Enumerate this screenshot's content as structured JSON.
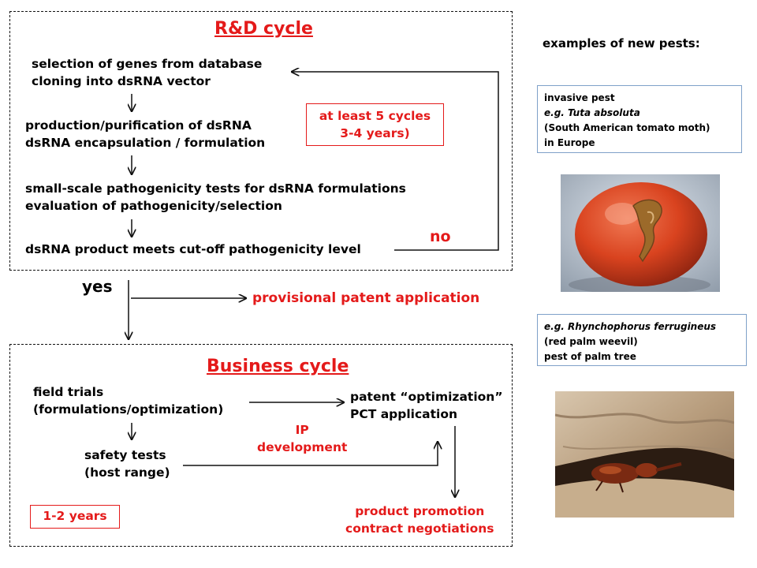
{
  "rd": {
    "title": "R&D cycle",
    "step1": [
      "selection of genes from database",
      "cloning into dsRNA vector"
    ],
    "step2": [
      "production/purification of dsRNA",
      "dsRNA encapsulation / formulation"
    ],
    "step3": [
      "small-scale pathogenicity tests for dsRNA formulations",
      "evaluation of pathogenicity/selection"
    ],
    "step4": "dsRNA product meets cut-off pathogenicity level",
    "cycles_box": [
      "at least 5 cycles",
      "3-4 years)"
    ],
    "no_label": "no"
  },
  "yes_label": "yes",
  "provisional": "provisional  patent  application",
  "business": {
    "title": "Business cycle",
    "field_trials": [
      "field trials",
      "(formulations/optimization)"
    ],
    "safety_tests": [
      "safety tests",
      "(host range)"
    ],
    "patent": [
      "patent “optimization”",
      "PCT application"
    ],
    "ip": [
      "IP",
      "development"
    ],
    "promotion": [
      "product promotion",
      "contract negotiations"
    ],
    "years_box": "1-2 years"
  },
  "examples": {
    "heading": "examples of new pests:",
    "pest1": {
      "line1": "invasive pest",
      "line2_prefix": "e.g. ",
      "line2_name": "Tuta absoluta",
      "line3": "(South American tomato moth)",
      "line4": "in Europe"
    },
    "pest2": {
      "line1_prefix": "e.g. ",
      "line1_name": "Rhynchophorus ferrugineus",
      "line2": "(red palm weevil)",
      "line3": "pest of palm tree"
    }
  },
  "colors": {
    "accent_red": "#e41a1a",
    "box_blue": "#7fa1c9"
  }
}
